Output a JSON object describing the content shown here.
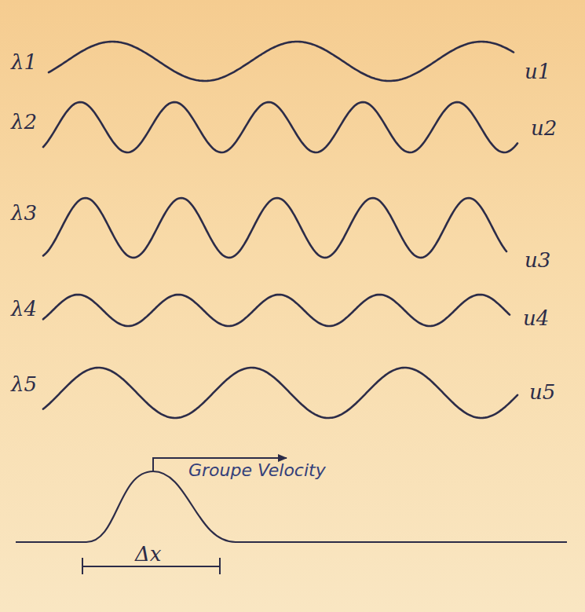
{
  "diagram": {
    "labels": [
      "λ1",
      "u1",
      "λ2",
      "u2",
      "λ3",
      "u3",
      "λ4",
      "u4",
      "λ5",
      "u5",
      "Groupe Velocity",
      "Δx"
    ]
  }
}
